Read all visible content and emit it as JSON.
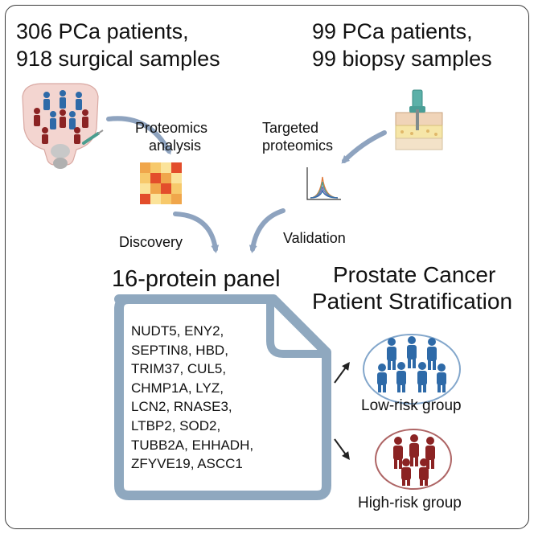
{
  "cohorts": {
    "surgical": {
      "line1": "306 PCa patients,",
      "line2": "918 surgical samples"
    },
    "biopsy": {
      "line1": "99 PCa patients,",
      "line2": "99 biopsy samples"
    }
  },
  "methods": {
    "proteomics": {
      "line1": "Proteomics",
      "line2": "analysis"
    },
    "targeted": {
      "line1": "Targeted",
      "line2": "proteomics"
    }
  },
  "steps": {
    "discovery": "Discovery",
    "validation": "Validation"
  },
  "panel": {
    "title": "16-protein panel",
    "proteins": [
      "NUDT5, ENY2,",
      "SEPTIN8, HBD,",
      "TRIM37, CUL5,",
      "CHMP1A, LYZ,",
      "LCN2, RNASE3,",
      "LTBP2, SOD2,",
      "TUBB2A, EHHADH,",
      "ZFYVE19, ASCC1"
    ]
  },
  "stratification": {
    "line1": "Prostate Cancer",
    "line2": "Patient Stratification",
    "low_risk": "Low-risk group",
    "high_risk": "High-risk group"
  },
  "colors": {
    "low_risk": "#2e6aa8",
    "high_risk": "#8b2323",
    "arrow": "#8ea3bf",
    "panel_border": "#8fa8bf"
  }
}
